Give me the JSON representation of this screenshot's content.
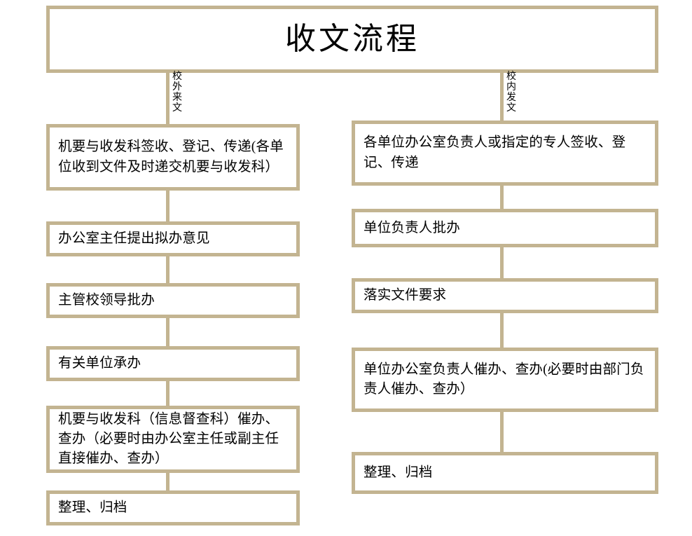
{
  "title": {
    "text": "收文流程"
  },
  "branches": [
    {
      "id": "external",
      "label": "校外来文"
    },
    {
      "id": "internal",
      "label": "校内发文"
    }
  ],
  "flow": {
    "left_column": {
      "branch_label": "校外来文",
      "steps": [
        {
          "order": 1,
          "text": "机要与收发科签收、登记、传递(各单位收到文件及时递交机要与收发科）"
        },
        {
          "order": 2,
          "text": "办公室主任提出拟办意见"
        },
        {
          "order": 3,
          "text": "主管校领导批办"
        },
        {
          "order": 4,
          "text": "有关单位承办"
        },
        {
          "order": 5,
          "text": "机要与收发科（信息督查科）催办、查办（必要时由办公室主任或副主任直接催办、查办）"
        },
        {
          "order": 6,
          "text": "整理、归档"
        }
      ]
    },
    "right_column": {
      "branch_label": "校内发文",
      "steps": [
        {
          "order": 1,
          "text": "各单位办公室负责人或指定的专人签收、登记、传递"
        },
        {
          "order": 2,
          "text": "单位负责人批办"
        },
        {
          "order": 3,
          "text": "落实文件要求"
        },
        {
          "order": 4,
          "text": "单位办公室负责人催办、查办(必要时由部门负责人催办、查办）"
        },
        {
          "order": 5,
          "text": "整理、归档"
        }
      ]
    }
  },
  "colors": {
    "border": "#c3b491",
    "background": "#ffffff",
    "text": "#000000"
  }
}
